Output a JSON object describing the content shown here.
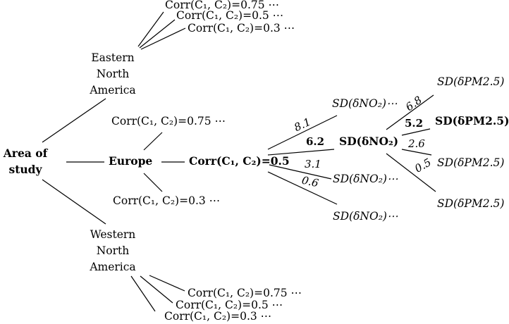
{
  "root": {
    "line1": "Area of",
    "line2": "study"
  },
  "regions": {
    "eastern": {
      "line1": "Eastern",
      "line2": "North",
      "line3": "America"
    },
    "europe": "Europe",
    "western": {
      "line1": "Western",
      "line2": "North",
      "line3": "America"
    }
  },
  "eastern_corrs": [
    "Corr(C₁, C₂)=0.75 ⋯",
    "Corr(C₁, C₂)=0.5 ⋯",
    "Corr(C₁, C₂)=0.3 ⋯"
  ],
  "europe_corrs": {
    "high": "Corr(C₁, C₂)=0.75 ⋯",
    "mid": "Corr(C₁, C₂)=0.5",
    "low": "Corr(C₁, C₂)=0.3 ⋯"
  },
  "western_corrs": [
    "Corr(C₁, C₂)=0.75 ⋯",
    "Corr(C₁, C₂)=0.5 ⋯",
    "Corr(C₁, C₂)=0.3 ⋯"
  ],
  "no2_edges": [
    "8.1",
    "6.2",
    "3.1",
    "0.6"
  ],
  "no2_nodes": [
    "SD(δNO₂)⋯",
    "SD(δNO₂)",
    "SD(δNO₂)⋯",
    "SD(δNO₂)⋯"
  ],
  "pm_edges": [
    "6.8",
    "5.2",
    "2.6",
    "0.5"
  ],
  "pm_nodes": [
    "SD(δPM2.5)",
    "SD(δPM2.5)",
    "SD(δPM2.5)",
    "SD(δPM2.5)"
  ]
}
